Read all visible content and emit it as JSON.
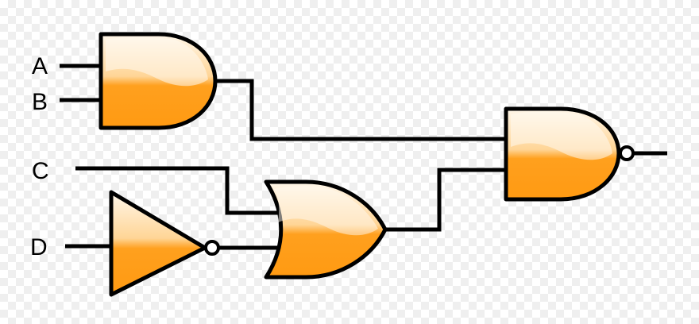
{
  "diagram": {
    "inputs": {
      "a": "A",
      "b": "B",
      "c": "C",
      "d": "D"
    },
    "gates": [
      {
        "id": "and1",
        "type": "AND",
        "inputs": [
          "A",
          "B"
        ]
      },
      {
        "id": "not1",
        "type": "NOT",
        "inputs": [
          "D"
        ]
      },
      {
        "id": "or1",
        "type": "OR",
        "inputs": [
          "C",
          "NOT D"
        ]
      },
      {
        "id": "nand1",
        "type": "NAND",
        "inputs": [
          "AND",
          "OR"
        ]
      }
    ],
    "colors": {
      "gate_fill": "#ffa01e",
      "gate_highlight": "#fff7ea",
      "stroke": "#000000"
    }
  }
}
